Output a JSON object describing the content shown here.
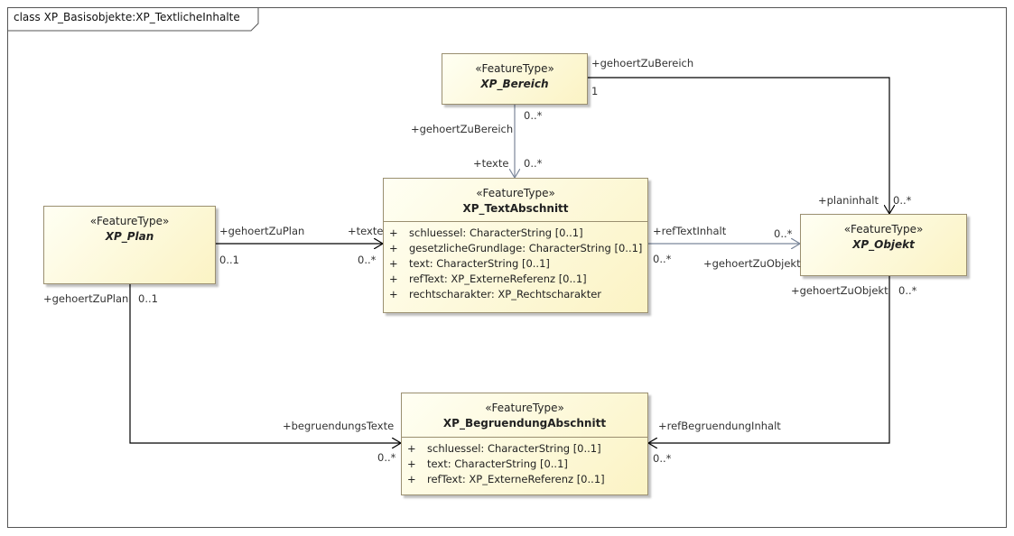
{
  "frame": {
    "title": "class XP_Basisobjekte:XP_TextlicheInhalte"
  },
  "classes": {
    "bereich": {
      "stereotype": "«FeatureType»",
      "name": "XP_Bereich"
    },
    "textabschnitt": {
      "stereotype": "«FeatureType»",
      "name": "XP_TextAbschnitt",
      "attributes": [
        {
          "vis": "+",
          "text": "schluessel: CharacterString [0..1]"
        },
        {
          "vis": "+",
          "text": "gesetzlicheGrundlage: CharacterString [0..1]"
        },
        {
          "vis": "+",
          "text": "text: CharacterString [0..1]"
        },
        {
          "vis": "+",
          "text": "refText: XP_ExterneReferenz [0..1]"
        },
        {
          "vis": "+",
          "text": "rechtscharakter: XP_Rechtscharakter"
        }
      ]
    },
    "plan": {
      "stereotype": "«FeatureType»",
      "name": "XP_Plan"
    },
    "objekt": {
      "stereotype": "«FeatureType»",
      "name": "XP_Objekt"
    },
    "begruendung": {
      "stereotype": "«FeatureType»",
      "name": "XP_BegruendungAbschnitt",
      "attributes": [
        {
          "vis": "+",
          "text": "schluessel: CharacterString [0..1]"
        },
        {
          "vis": "+",
          "text": "text: CharacterString [0..1]"
        },
        {
          "vis": "+",
          "text": "refText: XP_ExterneReferenz [0..1]"
        }
      ]
    }
  },
  "labels": {
    "bereich_top_role": "+gehoertZuBereich",
    "bereich_top_mult": "1",
    "bereich_bottom_mult": "0..*",
    "bereich_left_role": "+gehoertZuBereich",
    "texte_top_role": "+texte",
    "texte_top_mult": "0..*",
    "plan_role": "+gehoertZuPlan",
    "plan_mult": "0..1",
    "texte_left_role": "+texte",
    "texte_left_mult": "0..*",
    "reftext_role": "+refTextInhalt",
    "reftext_mult": "0..*",
    "objekt_left_mult": "0..*",
    "objekt_left_role": "+gehoertZuObjekt",
    "planinhalt_role": "+planinhalt",
    "planinhalt_mult": "0..*",
    "plan_bottom_role": "+gehoertZuPlan",
    "plan_bottom_mult": "0..1",
    "objekt_bottom_role": "+gehoertZuObjekt",
    "objekt_bottom_mult": "0..*",
    "begr_texte_role": "+begruendungsTexte",
    "begr_texte_mult": "0..*",
    "refbegr_role": "+refBegruendungInhalt",
    "refbegr_mult": "0..*"
  },
  "colors": {
    "line": "#000000",
    "nav_line": "#7a869a",
    "class_border": "#9a8f70",
    "class_fill": "#fbf3c4"
  }
}
